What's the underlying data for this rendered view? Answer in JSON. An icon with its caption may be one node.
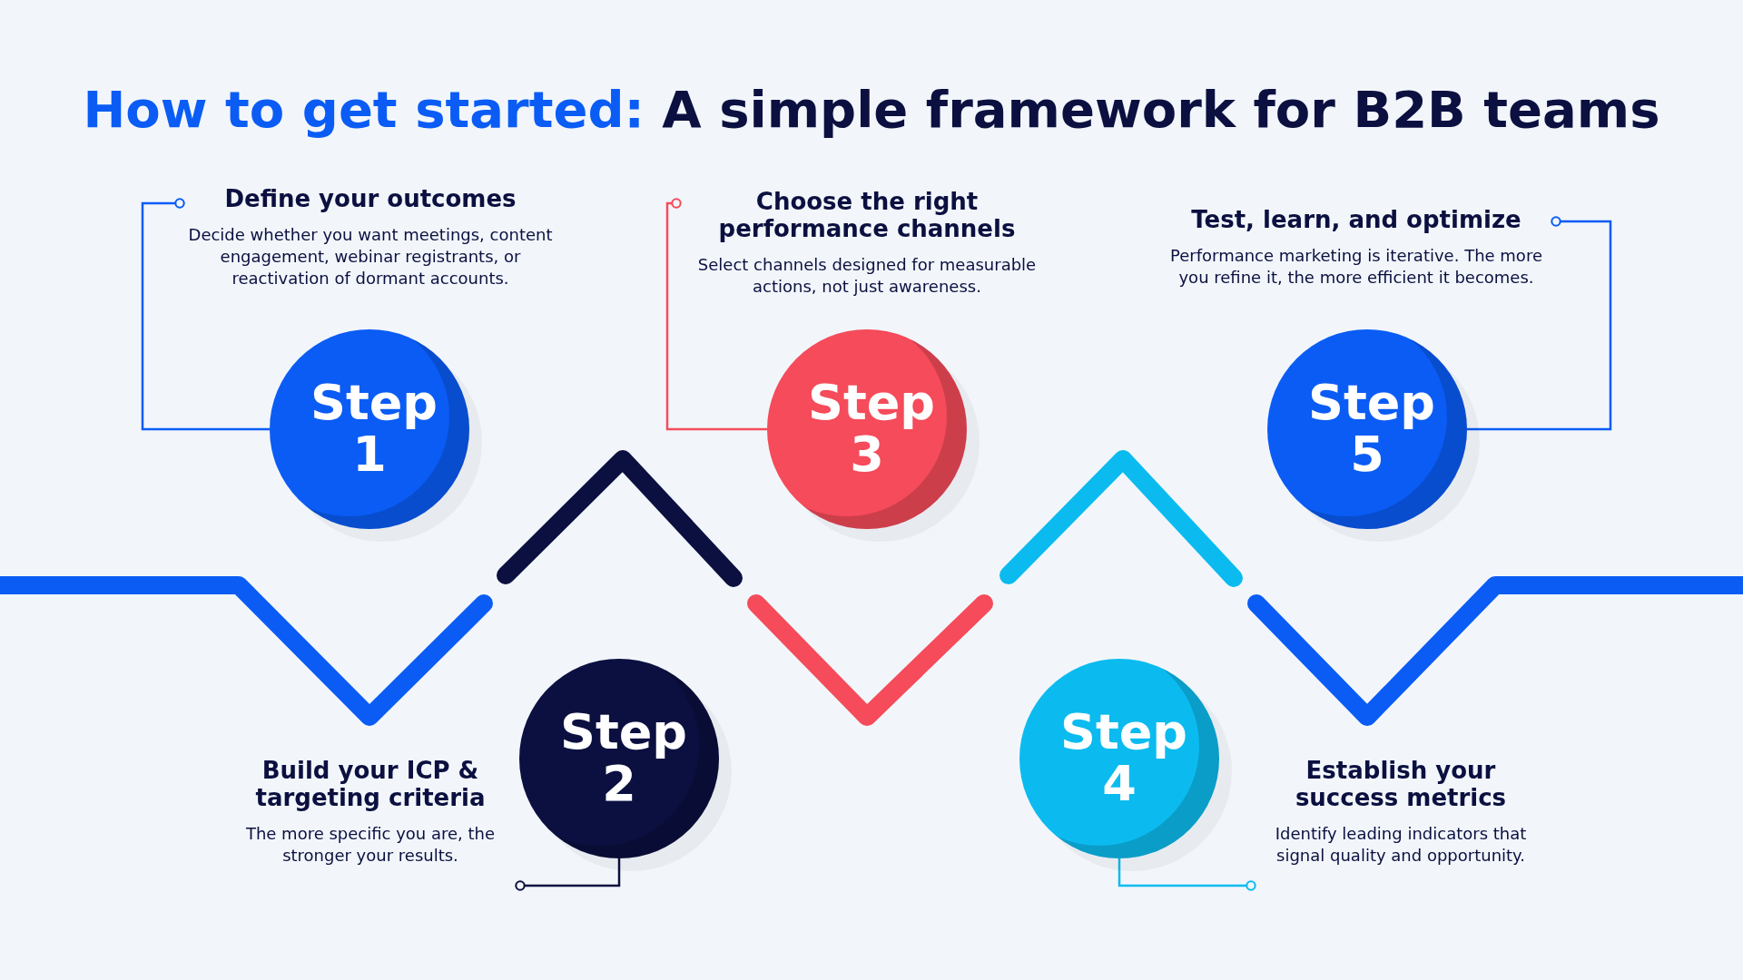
{
  "diagram": {
    "title": "How to get started: A simple framework for B2B teams",
    "nodes": [
      {
        "text": [
          "Define your outcomes",
          "Decide whether you want meetings, content engagement, webinar registrants, or reactivation of dormant accounts."
        ]
      },
      {
        "text": [
          "Choose the right performance channels",
          "Select channels designed for measurable actions, not just awareness."
        ]
      },
      {
        "text": [
          "Test, learn, and optimize",
          "Performance marketing is iterative. The more you refine it, the more efficient it becomes."
        ]
      },
      {
        "text": [
          "Step 1"
        ]
      },
      {
        "text": [
          "Step 3"
        ]
      },
      {
        "text": [
          "Step 5"
        ]
      },
      {
        "text": [
          "Step 2"
        ]
      },
      {
        "text": [
          "Step 4"
        ]
      },
      {
        "text": [
          "Build your ICP & targeting criteria",
          "The more specific you are, the stronger your results."
        ]
      },
      {
        "text": [
          "Establish your success metrics",
          "Identify leading indicators that signal quality and opportunity."
        ]
      }
    ],
    "edges": [
      {
        "from": 0,
        "to": 3,
        "arrow": "other"
      },
      {
        "from": 1,
        "to": 4,
        "arrow": "other",
        "color": "#f54b5a"
      },
      {
        "from": 2,
        "to": 5,
        "arrow": "other"
      },
      {
        "from": 8,
        "to": 6,
        "arrow": "other",
        "color": "#0b1040"
      },
      {
        "from": 9,
        "to": 7,
        "arrow": "other",
        "color": "#0bbbef"
      }
    ]
  }
}
